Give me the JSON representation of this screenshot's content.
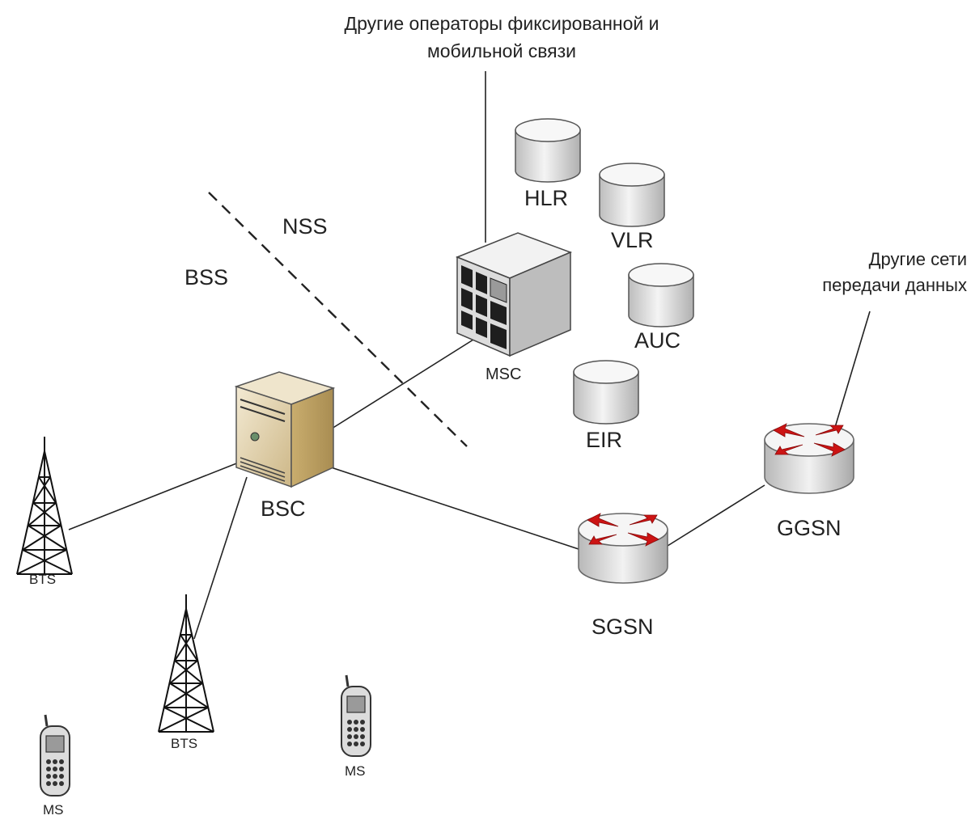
{
  "labels": {
    "top_operators_line1": "Другие операторы фиксированной и",
    "top_operators_line2": "мобильной связи",
    "other_networks_line1": "Другие сети",
    "other_networks_line2": "передачи данных",
    "nss": "NSS",
    "bss": "BSS",
    "msc": "MSC",
    "hlr": "HLR",
    "vlr": "VLR",
    "auc": "AUC",
    "eir": "EIR",
    "bsc": "BSC",
    "sgsn": "SGSN",
    "ggsn": "GGSN",
    "bts_left": "BTS",
    "bts_bottom": "BTS",
    "ms_left": "MS",
    "ms_right": "MS"
  },
  "icons": {
    "msc": "switch-cube-icon",
    "bsc": "server-tower-icon",
    "databases": "database-cylinder-icon",
    "routers": "router-icon",
    "bts": "antenna-tower-icon",
    "ms": "mobile-phone-icon"
  },
  "colors": {
    "line": "#222222",
    "router_arrow": "#cc1414",
    "bsc_body": "#d8c49a",
    "msc_body": "#d9d9d9",
    "db_body": "#e6e6e6"
  }
}
